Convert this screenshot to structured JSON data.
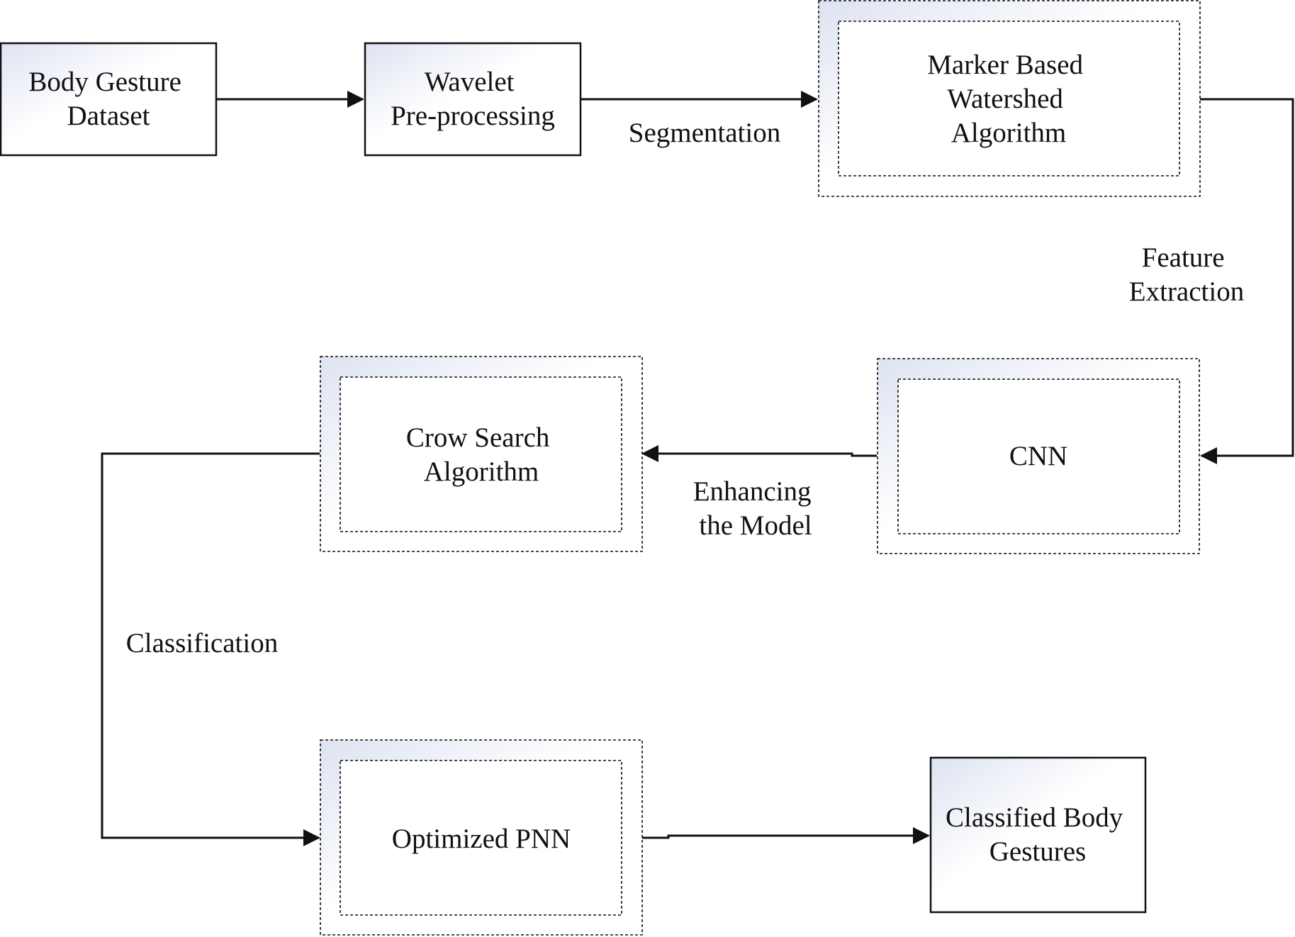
{
  "colors": {
    "stroke": "#111111",
    "box_gradient_start": "#dde3f1",
    "box_gradient_end": "#ffffff"
  },
  "nodes": {
    "body_gesture_dataset": [
      "Body Gesture",
      "Dataset"
    ],
    "wavelet_preprocessing": [
      "Wavelet",
      "Pre-processing"
    ],
    "marker_watershed": [
      "Marker Based",
      "Watershed",
      "Algorithm"
    ],
    "cnn": [
      "CNN"
    ],
    "crow_search": [
      "Crow Search",
      "Algorithm"
    ],
    "optimized_pnn": [
      "Optimized PNN"
    ],
    "classified_gestures": [
      "Classified Body",
      "Gestures"
    ]
  },
  "edges": {
    "segmentation": [
      "Segmentation"
    ],
    "feature_extraction": [
      "Feature",
      "Extraction"
    ],
    "enhancing_model": [
      "Enhancing",
      "the Model"
    ],
    "classification": [
      "Classification"
    ]
  }
}
